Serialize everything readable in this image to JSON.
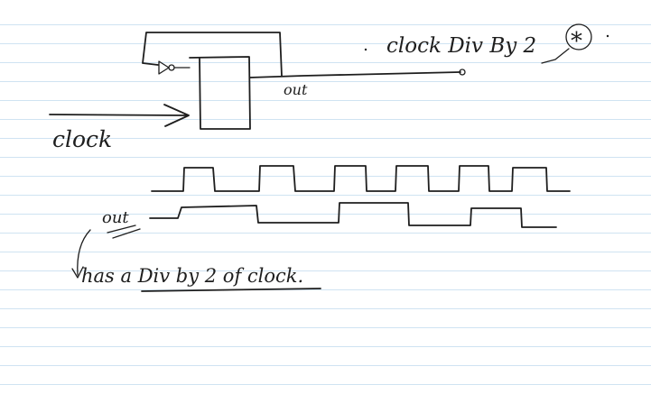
{
  "labels": {
    "title": "clock Div By 2",
    "star": "*",
    "out_wire": "out",
    "clock_in": "clock",
    "wave_out": "out",
    "note": "has a Div by 2 of clock."
  },
  "colors": {
    "ink": "#1e1e1e",
    "ruled_line": "#cfe3f2",
    "paper": "#ffffff"
  }
}
